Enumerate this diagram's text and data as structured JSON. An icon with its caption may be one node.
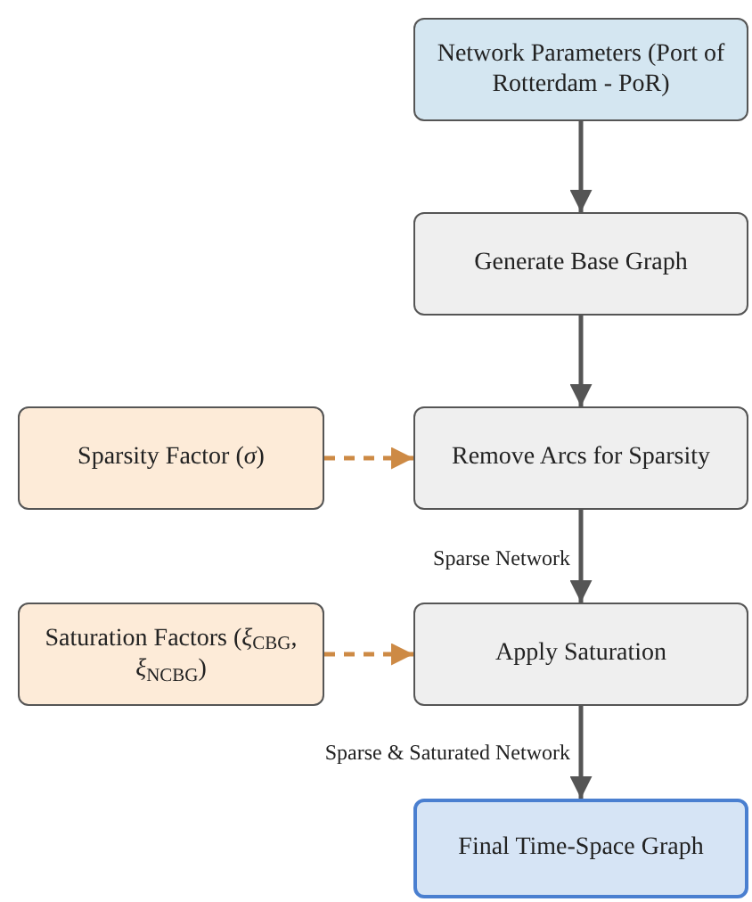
{
  "diagram": {
    "nodes": [
      {
        "text": [
          "Network Parameters (Port of Rotterdam - PoR)"
        ]
      },
      {
        "text": [
          "Generate Base Graph"
        ]
      },
      {
        "text": [
          "Sparsity Factor (*σ*)"
        ]
      },
      {
        "text": [
          "Remove Arcs for Sparsity"
        ]
      },
      {
        "text": [
          "Saturation Factors (*ξ*$_{CBG}$, *ξ*$_{NCBG}$)"
        ]
      },
      {
        "text": [
          "Apply Saturation"
        ]
      },
      {
        "text": [
          "Final Time-Space Graph"
        ]
      }
    ],
    "edges": [
      {
        "from": 0,
        "to": 1,
        "arrow": "to"
      },
      {
        "from": 1,
        "to": 3,
        "arrow": "to"
      },
      {
        "from": 2,
        "to": 3,
        "arrow": "to",
        "style": "dashed",
        "color": "#cd8a45"
      },
      {
        "from": 3,
        "to": 5,
        "arrow": "to",
        "label": "Sparse Network"
      },
      {
        "from": 4,
        "to": 5,
        "arrow": "to",
        "style": "dashed",
        "color": "#cd8a45"
      },
      {
        "from": 5,
        "to": 6,
        "arrow": "to",
        "label": "Sparse & Saturated Network"
      }
    ]
  }
}
